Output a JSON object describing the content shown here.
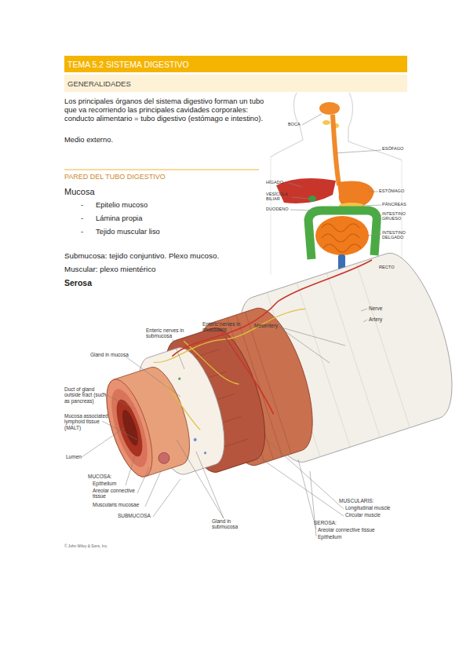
{
  "diagram": {
    "nodes": [
      {
        "text": [
          "TEMA 5.2 SISTEMA DIGESTIVO"
        ]
      },
      {
        "text": [
          "GENERALIDADES"
        ]
      }
    ],
    "labels": [
      "Los principales órganos del sistema digestivo forman un tubo que va recorriendo las principales cavidades corporales: conducto alimentario = tubo digestivo (estómago e intestino).",
      "Medio externo.",
      "PARED DEL TUBO DIGESTIVO",
      "Mucosa",
      "-",
      "Epitelio mucoso",
      "-",
      "Lámina propia",
      "-",
      "Tejido muscular liso",
      "Submucosa: tejido conjuntivo. Plexo mucoso.",
      "Muscular: plexo mientérico",
      "Serosa",
      "BOCA",
      "ESÓFAGO",
      "HÍGADO",
      "ESTÓMAGO",
      "VESÍCULA BILIAR",
      "PÁNCREAS",
      "DUODENO",
      "INTESTINO GRUESO",
      "INTESTINO DELGADO",
      "RECTO",
      "Nerve",
      "Artery",
      "Enteric nerves in submucosa",
      "Enteric nerves in muscularis",
      "Mesentery",
      "Gland in mucosa",
      "Duct of gland outside tract (such as pancreas)",
      "Mucosa associated lymphoid tissue (MALT)",
      "Lumen",
      "MUCOSA:",
      "Epithelium",
      "Areolar connective tissue",
      "Muscularis mucosae",
      "SUBMUCOSA",
      "Gland in submucosa",
      "MUSCULARIS:",
      "Longitudinal muscle",
      "Circular muscle",
      "SEROSA:",
      "Areolar connective tissue",
      "Epithelium",
      "© John Wiley & Sons, Inc."
    ]
  }
}
